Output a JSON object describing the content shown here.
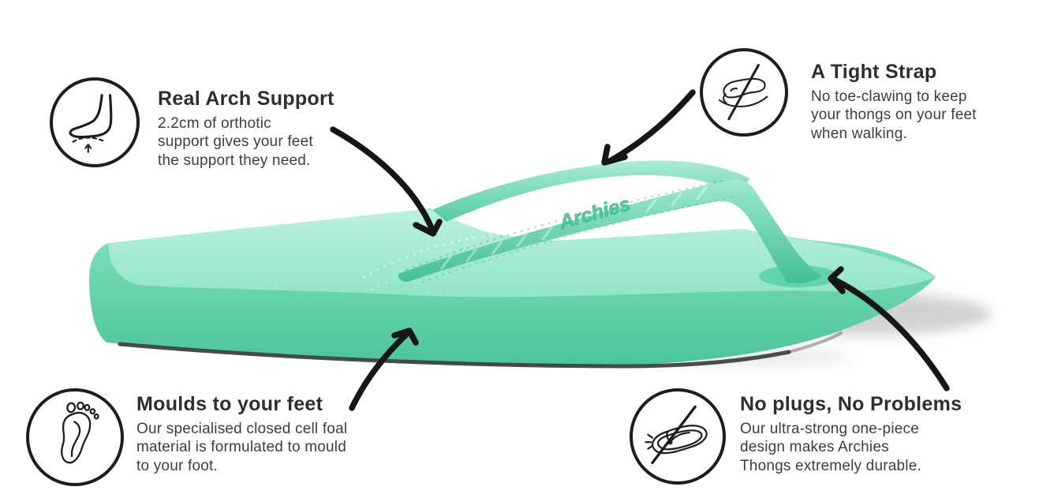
{
  "page": {
    "background_color": "#ffffff"
  },
  "product": {
    "description": "Arch-support thong (flip-flop), side view, mint green",
    "embossed_text": "Archies",
    "colors": {
      "body_light": "#aeecd8",
      "body_mid": "#6cd6ae",
      "body_dark": "#4cc49a",
      "outsole": "#3e433f",
      "shadow": "#b9beba"
    }
  },
  "annotation_style": {
    "arrow_color": "#161616",
    "icon_stroke": "#1d1d1d",
    "title_color": "#2e2e2e",
    "body_color": "#3d3d3d"
  },
  "callouts": [
    {
      "id": "real-arch-support",
      "icon": "foot-arch-support-icon",
      "title": "Real Arch Support",
      "lines": [
        "2.2cm of orthotic",
        "support gives your feet",
        "the support they need."
      ]
    },
    {
      "id": "tight-strap",
      "icon": "no-toe-clawing-icon",
      "title": "A Tight Strap",
      "lines": [
        "No toe-clawing to keep",
        "your thongs on your feet",
        "when walking."
      ]
    },
    {
      "id": "moulds-to-feet",
      "icon": "footprint-icon",
      "title": "Moulds to your feet",
      "lines": [
        "Our specialised closed cell foal",
        "material is formulated to mould",
        "to your foot."
      ]
    },
    {
      "id": "no-plugs",
      "icon": "no-plug-thong-icon",
      "title": "No plugs, No Problems",
      "lines": [
        "Our ultra-strong one-piece",
        "design makes Archies",
        "Thongs extremely durable."
      ]
    }
  ]
}
